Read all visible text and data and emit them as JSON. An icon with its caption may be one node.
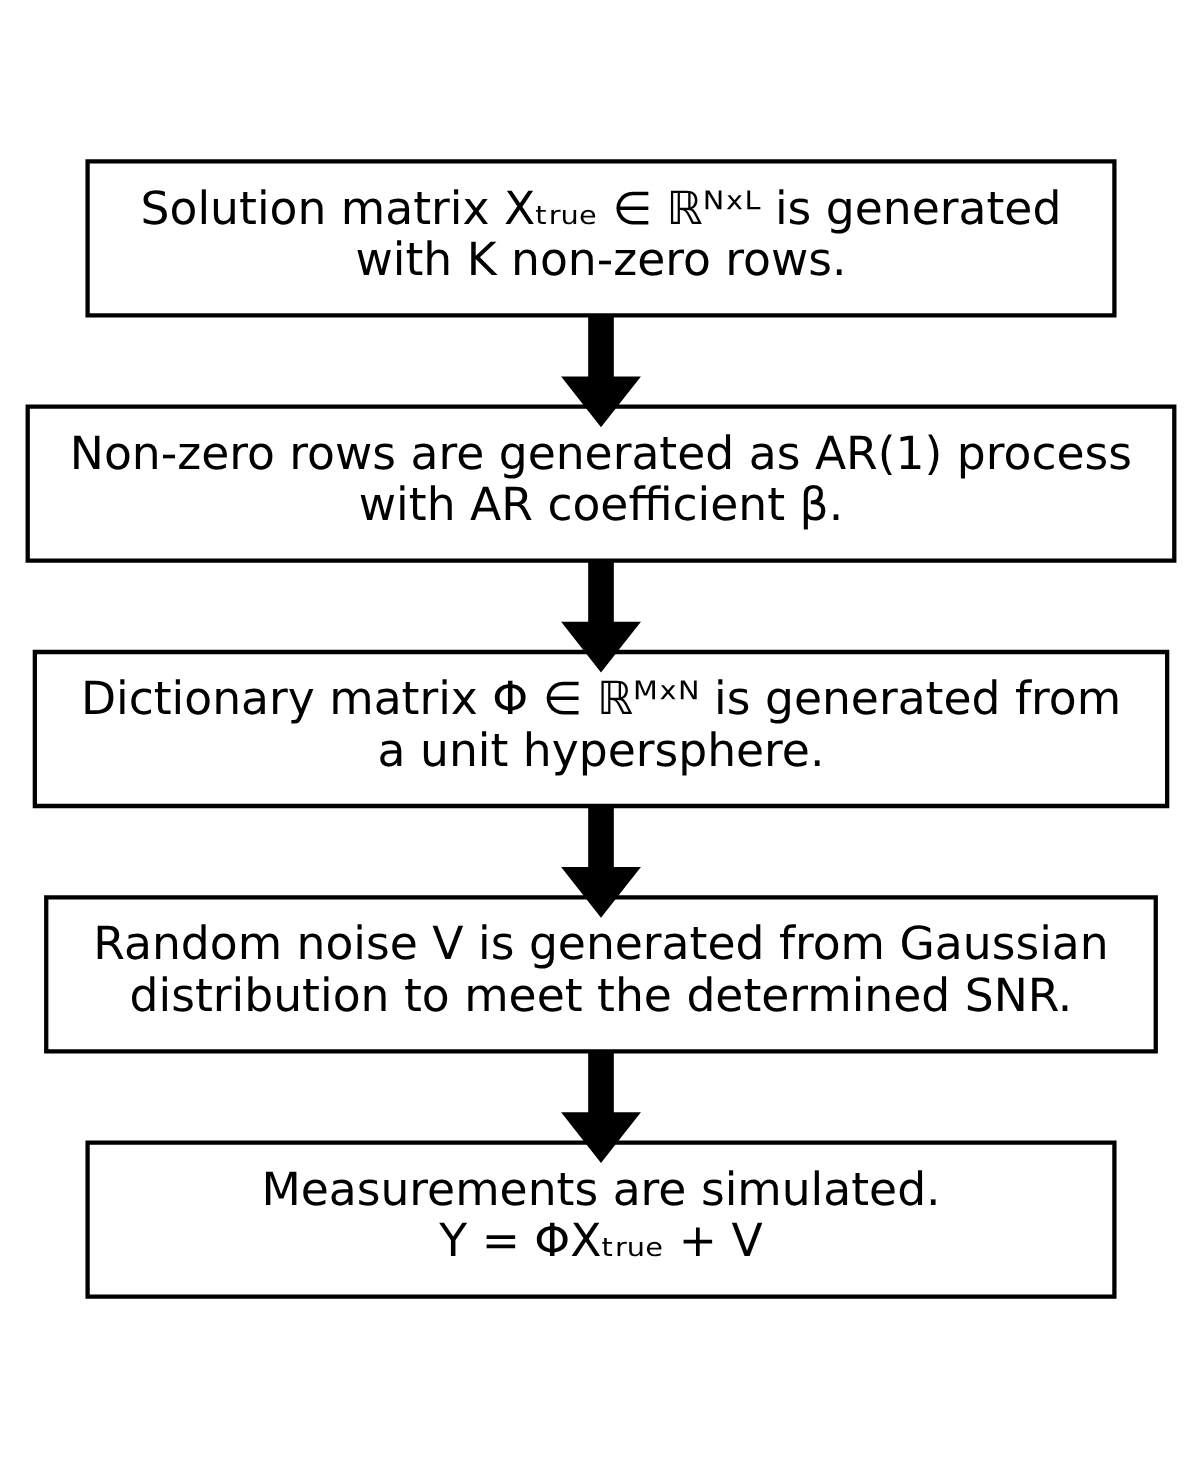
{
  "diagram": {
    "nodes": [
      {
        "text": [
          "Solution matrix Xₜᵣᵤₑ ∈ ℝᴺˣᴸ is generated with K non-zero rows."
        ]
      },
      {
        "text": [
          "Non-zero rows are generated as AR(1) process with AR coefficient β."
        ]
      },
      {
        "text": [
          "Dictionary matrix Φ ∈ ℝᴹˣᴺ is generated from a unit hypersphere."
        ]
      },
      {
        "text": [
          "Random noise V is generated from Gaussian distribution to meet the determined SNR."
        ]
      },
      {
        "text": [
          "Measurements are simulated.",
          "Y = ΦXₜᵣᵤₑ + V"
        ]
      }
    ],
    "edges": [
      {
        "from": 0,
        "to": 1,
        "arrow": "to"
      },
      {
        "from": 1,
        "to": 2,
        "arrow": "to"
      },
      {
        "from": 2,
        "to": 3,
        "arrow": "to"
      },
      {
        "from": 3,
        "to": 4,
        "arrow": "to"
      }
    ]
  }
}
